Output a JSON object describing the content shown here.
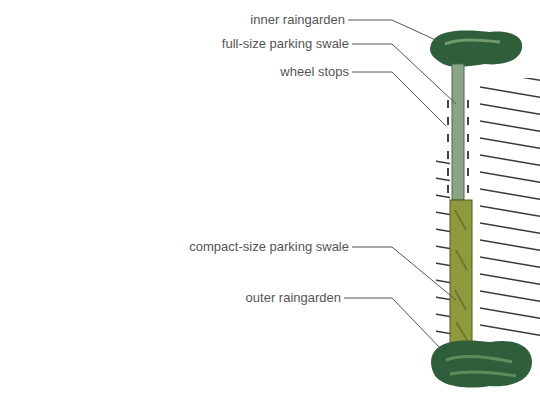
{
  "diagram": {
    "labels": [
      "inner raingarden",
      "full-size parking swale",
      "wheel stops",
      "compact-size parking swale",
      "outer raingarden"
    ]
  }
}
